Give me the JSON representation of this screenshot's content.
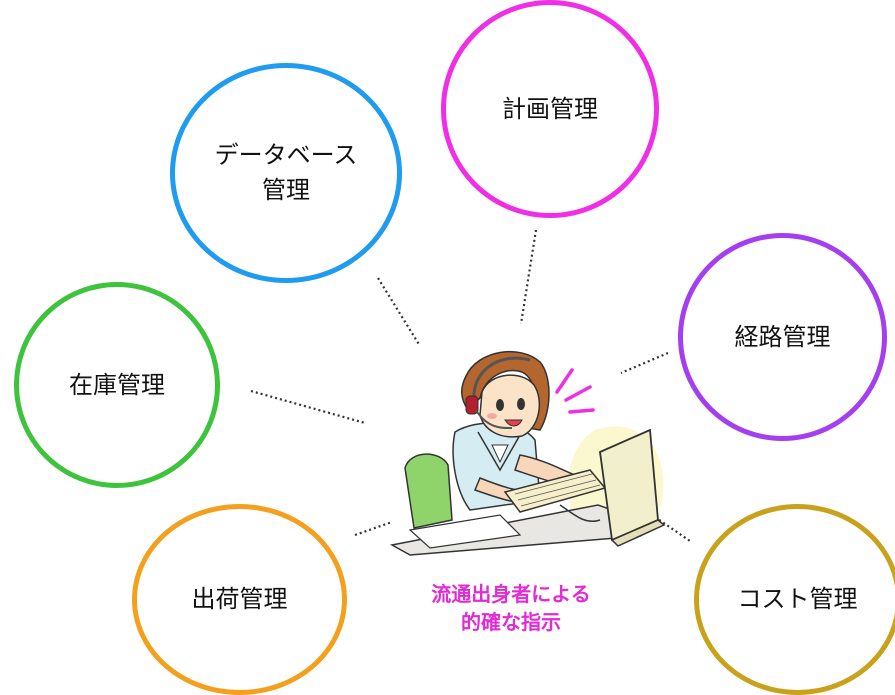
{
  "nodes": {
    "plan": {
      "lines": [
        "計画管理"
      ],
      "color": "#ef2ee6"
    },
    "db": {
      "lines": [
        "データベース",
        "管理"
      ],
      "color": "#1f9bf0"
    },
    "route": {
      "lines": [
        "経路管理"
      ],
      "color": "#a43ff0"
    },
    "stock": {
      "lines": [
        "在庫管理"
      ],
      "color": "#3ec33c"
    },
    "ship": {
      "lines": [
        "出荷管理"
      ],
      "color": "#f3a01e"
    },
    "cost": {
      "lines": [
        "コスト管理"
      ],
      "color": "#c9a21b"
    }
  },
  "caption": {
    "lines": [
      "流通出身者による",
      "的確な指示"
    ],
    "color": "#e22ad6"
  },
  "operator_icon": "headset-operator-at-computer-icon"
}
